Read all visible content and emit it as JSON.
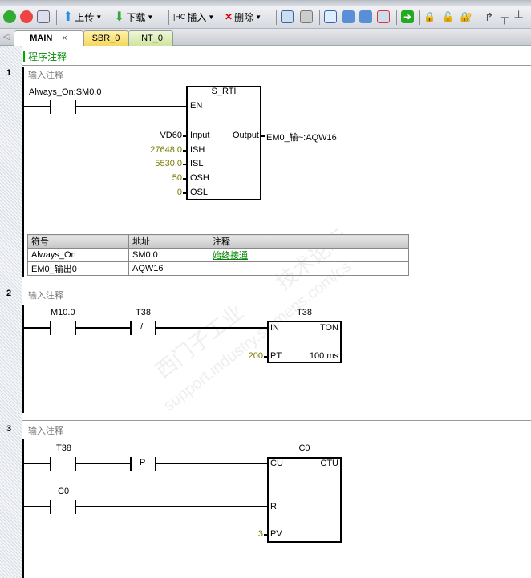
{
  "toolbar": {
    "run": "run-icon",
    "stop": "stop-icon",
    "compile": "compile-icon",
    "upload": "上传",
    "download": "下载",
    "insert": "插入",
    "delete": "删除"
  },
  "tabs": [
    {
      "label": "MAIN",
      "active": true
    },
    {
      "label": "SBR_0"
    },
    {
      "label": "INT_0"
    }
  ],
  "program_comment": "程序注释",
  "networks": [
    {
      "number": "1",
      "comment": "输入注释",
      "contact": "Always_On:SM0.0",
      "box": {
        "title": "S_RTI",
        "en": "EN",
        "pins": [
          "Input",
          "ISH",
          "ISL",
          "OSH",
          "OSL"
        ],
        "inputs": [
          "VD60",
          "27648.0",
          "5530.0",
          "50",
          "0"
        ],
        "output_pin": "Output",
        "output": "EM0_输~:AQW16"
      },
      "symbol_table": {
        "headers": [
          "符号",
          "地址",
          "注释"
        ],
        "rows": [
          [
            "Always_On",
            "SM0.0",
            "始终接通"
          ],
          [
            "EM0_输出0",
            "AQW16",
            ""
          ]
        ]
      }
    },
    {
      "number": "2",
      "comment": "输入注释",
      "contacts": [
        "M10.0",
        "T38"
      ],
      "nc_mark": "/",
      "box": {
        "title": "T38",
        "type": "TON",
        "in": "IN",
        "pt": "PT",
        "pt_value": "200",
        "unit": "100 ms"
      }
    },
    {
      "number": "3",
      "comment": "输入注释",
      "contacts": [
        "T38",
        "C0"
      ],
      "p_mark": "P",
      "box": {
        "title": "C0",
        "type": "CTU",
        "cu": "CU",
        "r": "R",
        "pv": "PV",
        "pv_value": "3"
      }
    }
  ],
  "watermark": [
    "西门子工业",
    "技术论坛",
    "support.industry.siemens.com/cs"
  ]
}
